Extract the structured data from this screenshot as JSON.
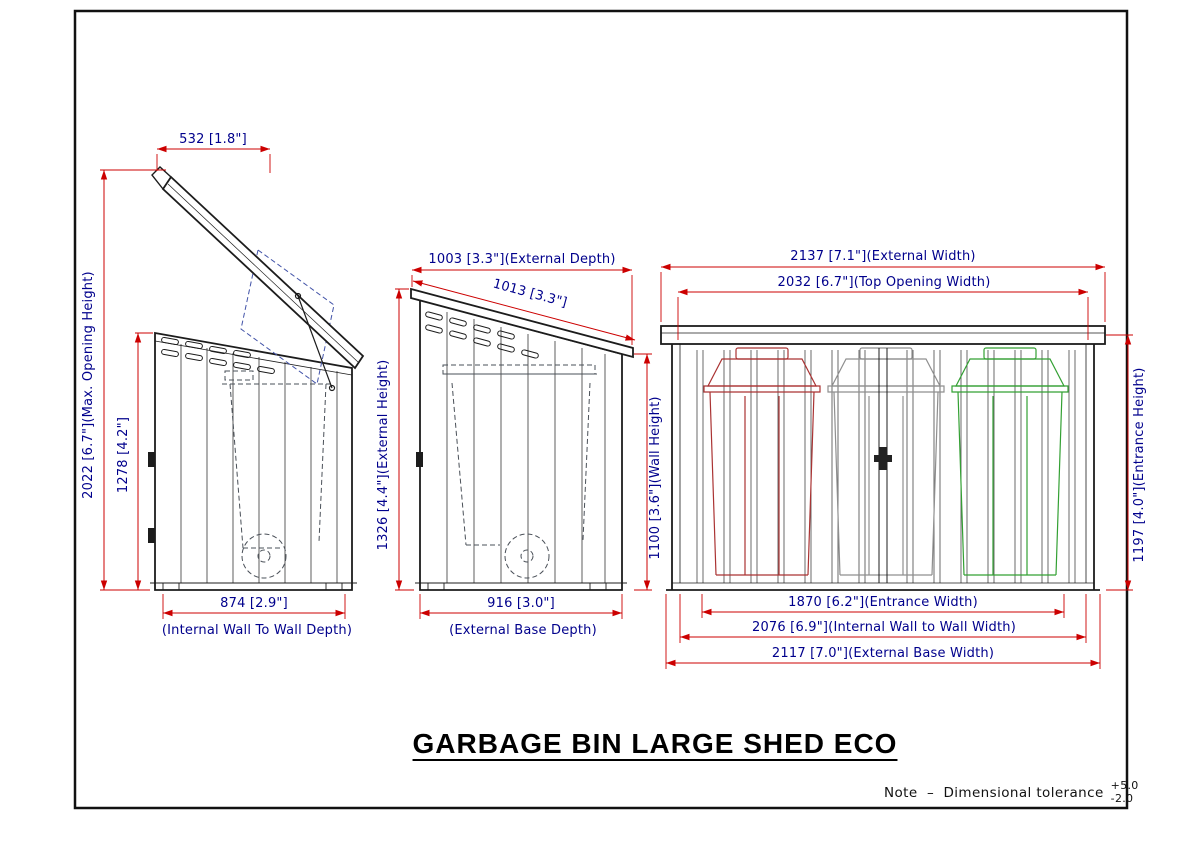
{
  "title": "GARBAGE BIN LARGE SHED ECO",
  "note": {
    "text": "Note  –  Dimensional tolerance",
    "tolerance_plus": "+5.0",
    "tolerance_minus": "-2.0"
  },
  "colors": {
    "dimension_lines": "#cc0000",
    "dimension_text": "#00008c",
    "linework": "#1c1c1c",
    "bin_left": "#aa3333",
    "bin_middle": "#8f8f8f",
    "bin_right": "#33a033",
    "hidden_line": "#4253a8"
  },
  "side_open_view": {
    "dim_lid_opening_depth": "532 [1.8\"]",
    "dim_max_opening_height": "2022 [6.7\"](Max. Opening Height)",
    "dim_front_height": "1278 [4.2\"]",
    "dim_internal_depth": "874 [2.9\"]",
    "dim_internal_depth_caption": "(Internal Wall To Wall Depth)"
  },
  "side_closed_view": {
    "dim_external_depth": "1003 [3.3\"](External Depth)",
    "dim_roof_depth": "1013 [3.3\"]",
    "dim_external_height": "1326 [4.4\"](External Height)",
    "dim_wall_height": "1100 [3.6\"](Wall Height)",
    "dim_external_base_depth": "916 [3.0\"]",
    "dim_external_base_depth_caption": "(External Base Depth)"
  },
  "front_view": {
    "dim_external_width": "2137 [7.1\"](External Width)",
    "dim_top_opening_width": "2032 [6.7\"](Top Opening Width)",
    "dim_entrance_height": "1197 [4.0\"](Entrance Height)",
    "dim_entrance_width": "1870 [6.2\"](Entrance Width)",
    "dim_internal_width": "2076 [6.9\"](Internal Wall to Wall Width)",
    "dim_external_base_width": "2117 [7.0\"](External Base Width)"
  }
}
